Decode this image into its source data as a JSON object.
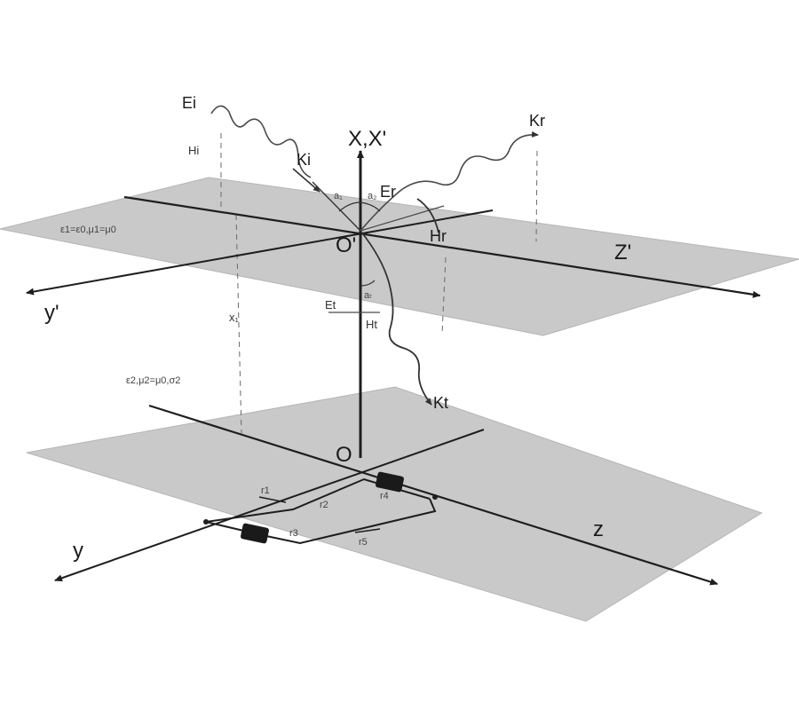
{
  "diagram": {
    "colors": {
      "plane": "#c9c9c9",
      "plane_edge": "#b5b5b5",
      "axis": "#1e1e1e",
      "wave": "#4a4a4a",
      "dashed": "#6a6a6a",
      "element": "#1a1a1a"
    },
    "labels": {
      "vertical_axis": "X,X'",
      "upper_origin": "O'",
      "lower_origin": "O",
      "z_prime": "Z'",
      "y_prime": "y'",
      "z": "z",
      "y": "y",
      "incident_E": "Ei",
      "incident_H": "Hi",
      "incident_k": "Ki",
      "reflected_k": "Kr",
      "reflected_E": "Er",
      "reflected_H": "Hr",
      "transmitted_E": "Et",
      "transmitted_H": "Ht",
      "transmitted_k": "Kt",
      "incidence_angle": "a₁",
      "reflection_angle": "a₂",
      "transmission_angle": "aₜ",
      "height_x1": "x₁",
      "upper_medium": "ε1=ε0,μ1=μ0",
      "lower_medium": "ε2,μ2=μ0,σ2",
      "element_1": "r1",
      "element_2": "r2",
      "element_3": "r3",
      "element_4": "r4",
      "element_5": "r5"
    }
  }
}
